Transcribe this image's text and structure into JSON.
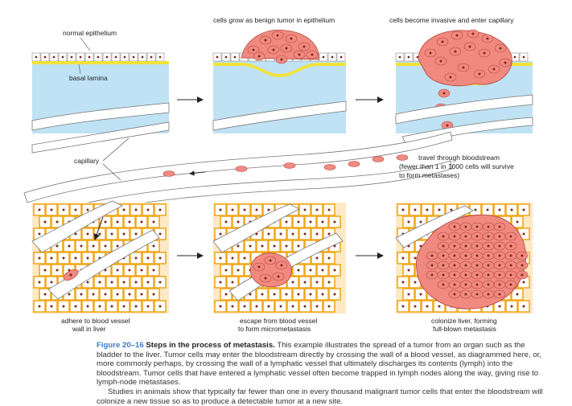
{
  "labels": {
    "normal_epithelium": "normal epithelium",
    "basal_lamina": "basal lamina",
    "benign_tumor": "cells grow as benign tumor in epithelium",
    "invasive": "cells become invasive and enter capillary",
    "capillary": "capillary",
    "travel_1": "travel through bloodstream",
    "travel_2": "(fewer than 1 in 1000 cells will survive",
    "travel_3": "to form metastases)",
    "adhere_1": "adhere to blood vessel",
    "adhere_2": "wall in liver",
    "escape_1": "escape from blood vessel",
    "escape_2": "to form micrometastasis",
    "colonize_1": "colonize liver, forming",
    "colonize_2": "full-blown metastasis"
  },
  "caption": {
    "figure_number": "Figure 20–16",
    "title": "Steps in the process of metastasis.",
    "paragraph1": "This example illustrates the spread of a tumor from an organ such as the bladder to the liver. Tumor cells may enter the bloodstream directly by crossing the wall of a blood vessel, as diagrammed here, or, more commonly perhaps, by crossing the wall of a lymphatic vessel that ultimately discharges its contents (lymph) into the bloodstream. Tumor cells that have entered a lymphatic vessel often become trapped in lymph nodes along the way, giving rise to lymph-node metastases.",
    "paragraph2": "Studies in animals show that typically far fewer than one in every thousand malignant tumor cells that enter the bloodstream will colonize a new tissue so as to produce a detectable tumor at a new site."
  },
  "colors": {
    "tissue_blue": "#bfe3f4",
    "basal_lamina": "#f2e23a",
    "tumor_cell": "#f08a80",
    "tumor_outline": "#b5473f",
    "nucleus": "#7a2a1c",
    "liver_cell": "#ffffff",
    "liver_border": "#f0a81e",
    "caption_accent": "#3a7bc4"
  }
}
